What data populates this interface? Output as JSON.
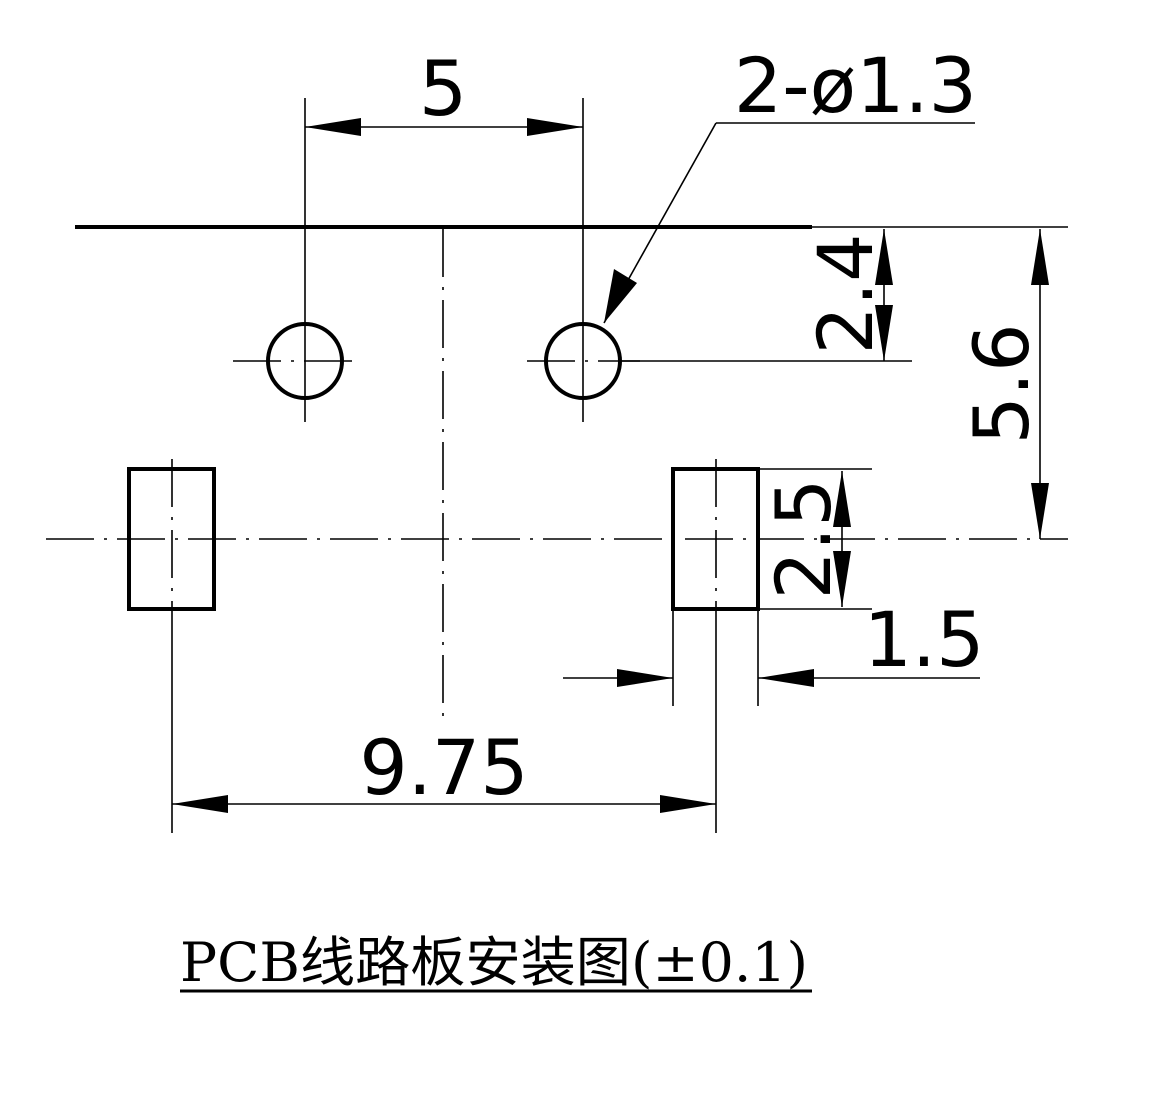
{
  "drawing": {
    "dimensions": {
      "hole_spacing": "5",
      "hole_callout": "2-ø1.3",
      "hole_offset": "2.4",
      "pad_offset": "5.6",
      "pad_height": "2.5",
      "pad_width": "1.5",
      "pad_spacing": "9.75"
    },
    "title": "PCB线路板安装图(±0.1)"
  }
}
